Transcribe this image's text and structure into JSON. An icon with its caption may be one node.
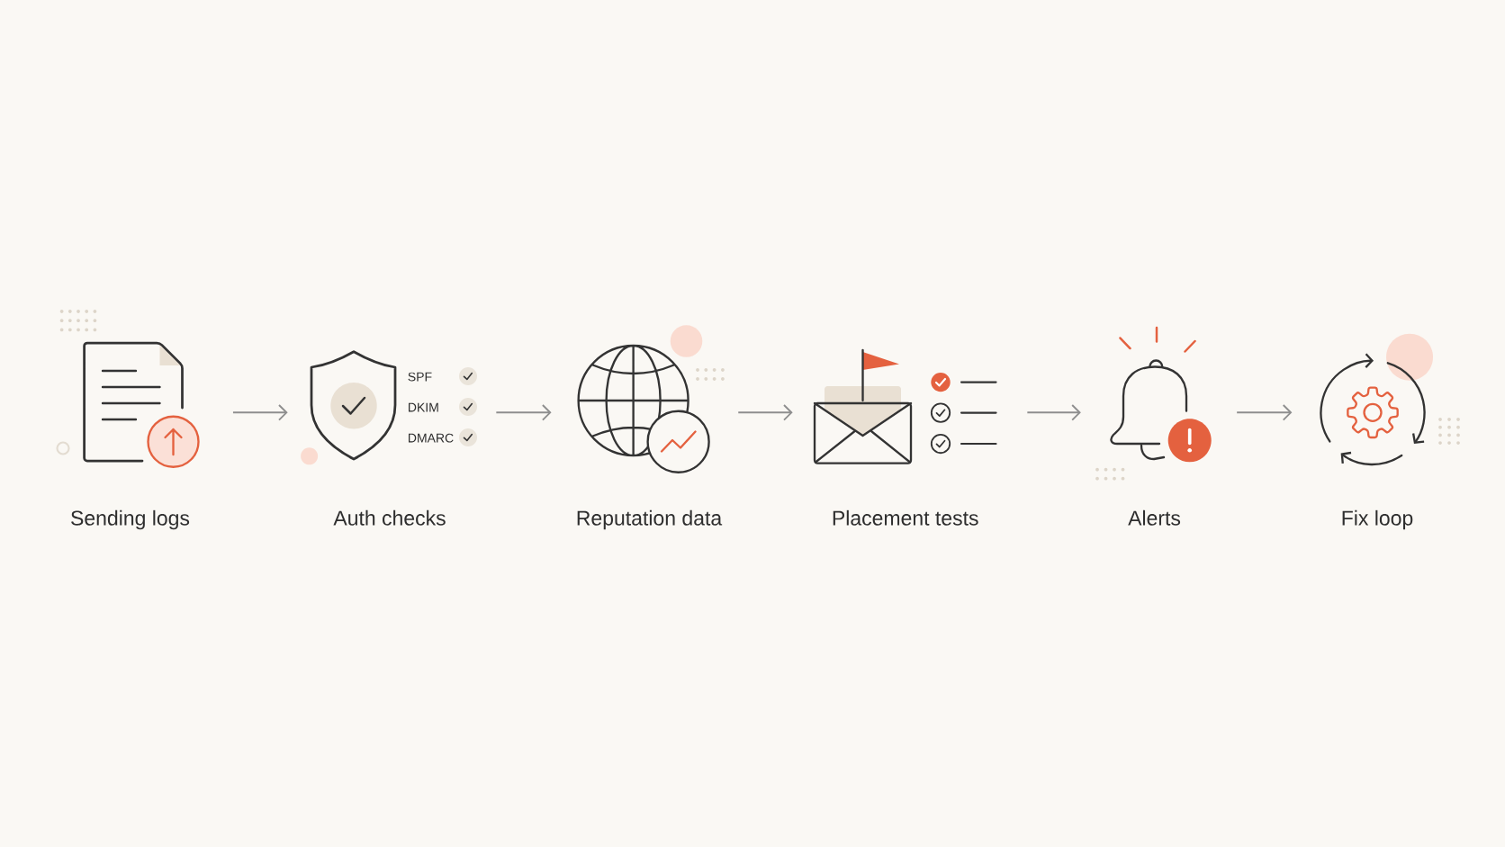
{
  "diagram": {
    "nodes": [
      {
        "text": [
          "Sending logs"
        ]
      },
      {
        "text": [
          "Auth checks"
        ],
        "beside": [
          "SPF",
          "DKIM",
          "DMARC"
        ]
      },
      {
        "text": [
          "Reputation data"
        ]
      },
      {
        "text": [
          "Placement tests"
        ]
      },
      {
        "text": [
          "Alerts"
        ]
      },
      {
        "text": [
          "Fix loop"
        ]
      }
    ],
    "edges": [
      {
        "from": 0,
        "to": 1,
        "arrow": "to"
      },
      {
        "from": 1,
        "to": 2,
        "arrow": "to"
      },
      {
        "from": 2,
        "to": 3,
        "arrow": "to"
      },
      {
        "from": 3,
        "to": 4,
        "arrow": "to"
      },
      {
        "from": 4,
        "to": 5,
        "arrow": "to"
      }
    ]
  }
}
